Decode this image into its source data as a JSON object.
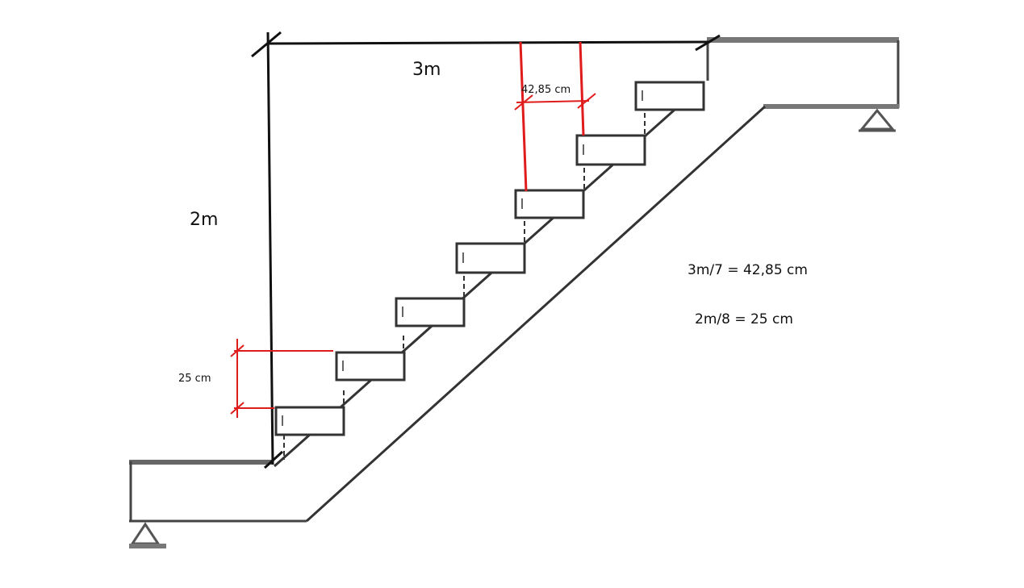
{
  "diagram": {
    "labels": {
      "width_total": "3m",
      "height_total": "2m",
      "tread_width": "42,85 cm",
      "riser_height": "25 cm",
      "calc_width": "3m/7 = 42,85 cm",
      "calc_height": "2m/8 = 25 cm"
    },
    "colors": {
      "structure": "#555555",
      "structure_dark": "#222222",
      "dimension_line": "#111111",
      "dimension_red": "#e01b1b",
      "step_fill": "#ffffff",
      "support": "#777777"
    },
    "steps_count": 7
  }
}
